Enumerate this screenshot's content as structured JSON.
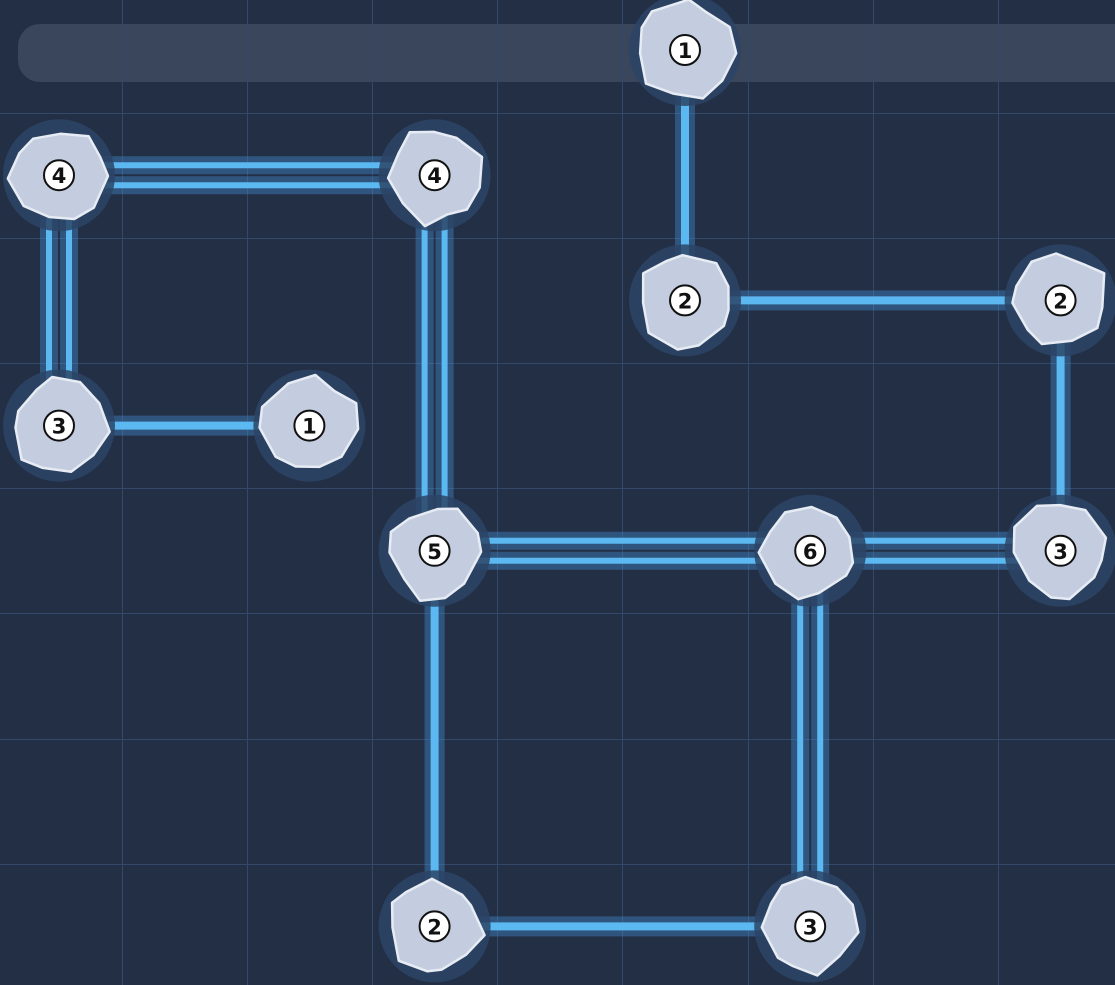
{
  "game": {
    "accent_color": "#5cb8f0",
    "island_color": "#c3cddf",
    "background_color": "#232f45",
    "islands": [
      {
        "id": "a",
        "col": 5,
        "row": 0,
        "value": "1"
      },
      {
        "id": "b",
        "col": 0,
        "row": 1,
        "value": "4"
      },
      {
        "id": "c",
        "col": 3,
        "row": 1,
        "value": "4"
      },
      {
        "id": "d",
        "col": 5,
        "row": 2,
        "value": "2"
      },
      {
        "id": "e",
        "col": 8,
        "row": 2,
        "value": "2"
      },
      {
        "id": "f",
        "col": 0,
        "row": 3,
        "value": "3"
      },
      {
        "id": "g",
        "col": 2,
        "row": 3,
        "value": "1"
      },
      {
        "id": "h",
        "col": 3,
        "row": 4,
        "value": "5"
      },
      {
        "id": "i",
        "col": 6,
        "row": 4,
        "value": "6"
      },
      {
        "id": "j",
        "col": 8,
        "row": 4,
        "value": "3"
      },
      {
        "id": "k",
        "col": 3,
        "row": 7,
        "value": "2"
      },
      {
        "id": "l",
        "col": 6,
        "row": 7,
        "value": "3"
      }
    ],
    "bridges": [
      {
        "from": "a",
        "to": "d",
        "count": 1
      },
      {
        "from": "b",
        "to": "c",
        "count": 2
      },
      {
        "from": "b",
        "to": "f",
        "count": 2
      },
      {
        "from": "f",
        "to": "g",
        "count": 1
      },
      {
        "from": "c",
        "to": "h",
        "count": 2
      },
      {
        "from": "d",
        "to": "e",
        "count": 1
      },
      {
        "from": "e",
        "to": "j",
        "count": 1
      },
      {
        "from": "h",
        "to": "i",
        "count": 2
      },
      {
        "from": "i",
        "to": "j",
        "count": 2
      },
      {
        "from": "h",
        "to": "k",
        "count": 1
      },
      {
        "from": "i",
        "to": "l",
        "count": 2
      },
      {
        "from": "k",
        "to": "l",
        "count": 1
      }
    ]
  }
}
